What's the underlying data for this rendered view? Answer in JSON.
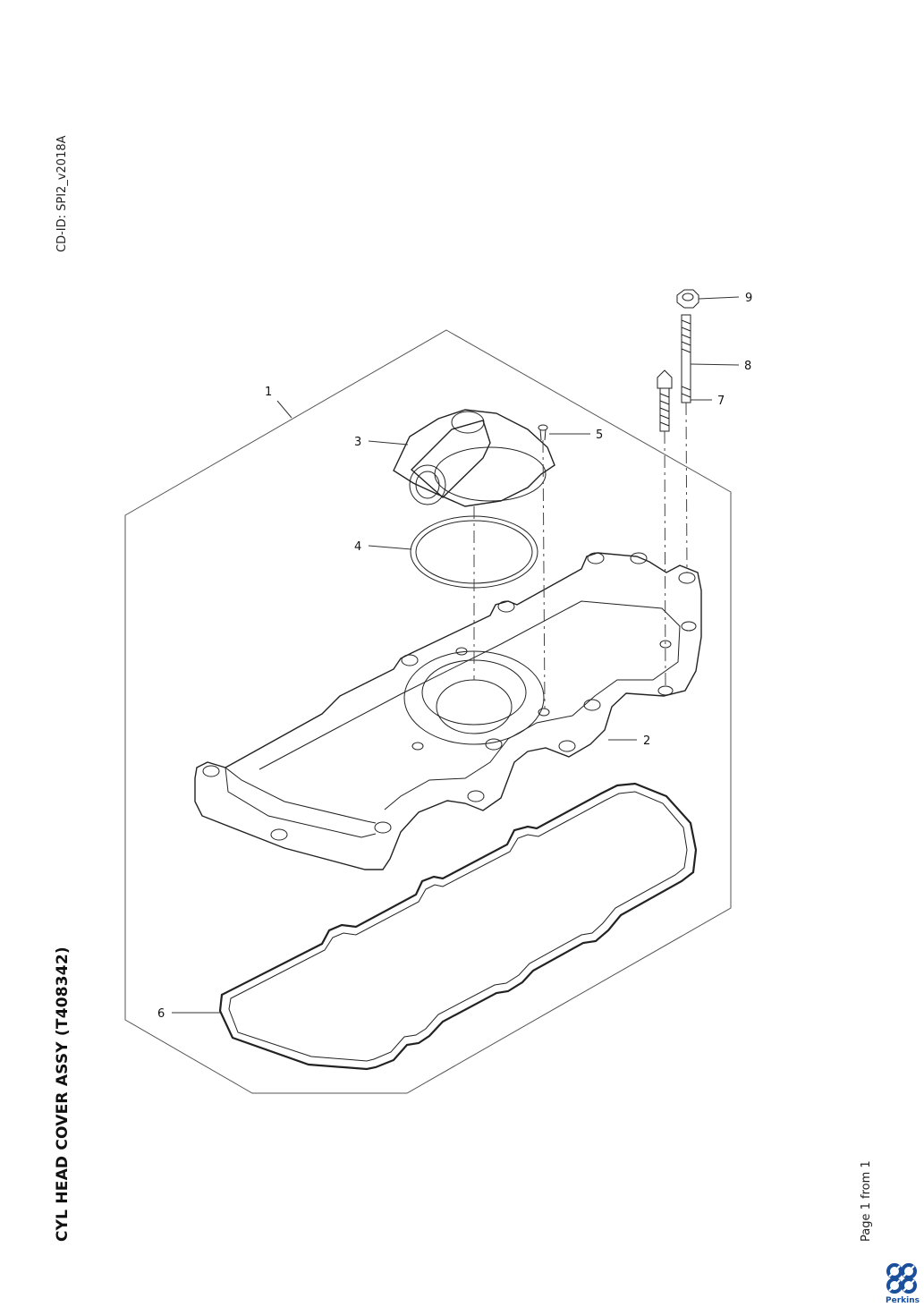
{
  "document": {
    "cd_id": "CD-ID: SPI2_v2018A",
    "title": "CYL HEAD COVER ASSY (T408342)",
    "page_label": "Page 1 from 1"
  },
  "brand": {
    "name": "Perkins",
    "color": "#1a4f9c"
  },
  "callouts": [
    "1",
    "2",
    "3",
    "4",
    "5",
    "6",
    "7",
    "8",
    "9"
  ]
}
